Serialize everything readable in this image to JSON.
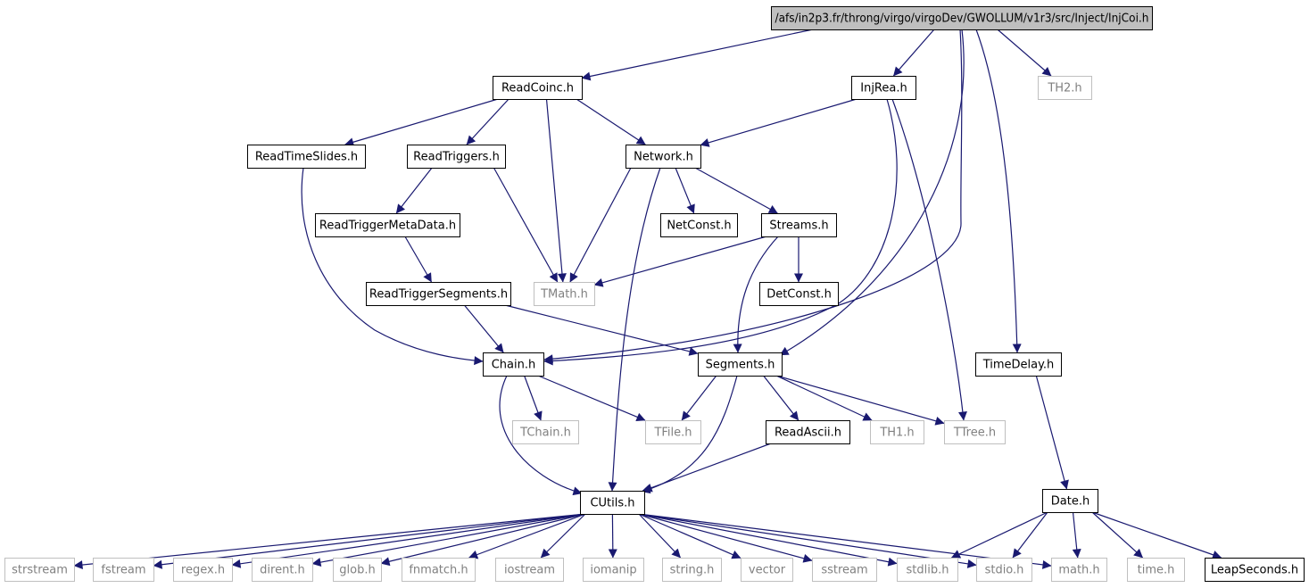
{
  "diagram": {
    "type": "include-dependency-graph",
    "colors": {
      "edge": "#191970",
      "node_border": "#000000",
      "external_border": "#bfbfbf",
      "external_text": "#808080",
      "root_fill": "#bfbfbf",
      "text": "#000000"
    },
    "nodes": [
      {
        "id": "root",
        "label": "/afs/in2p3.fr/throng/virgo/virgoDev/GWOLLUM/v1r3/src/Inject/InjCoi.h",
        "kind": "root"
      },
      {
        "id": "readcoinc",
        "label": "ReadCoinc.h",
        "kind": "local"
      },
      {
        "id": "injrea",
        "label": "InjRea.h",
        "kind": "local"
      },
      {
        "id": "th2",
        "label": "TH2.h",
        "kind": "external"
      },
      {
        "id": "readtimeslides",
        "label": "ReadTimeSlides.h",
        "kind": "local"
      },
      {
        "id": "readtriggers",
        "label": "ReadTriggers.h",
        "kind": "local"
      },
      {
        "id": "network",
        "label": "Network.h",
        "kind": "local"
      },
      {
        "id": "readtriggermetadata",
        "label": "ReadTriggerMetaData.h",
        "kind": "local"
      },
      {
        "id": "netconst",
        "label": "NetConst.h",
        "kind": "local"
      },
      {
        "id": "streams",
        "label": "Streams.h",
        "kind": "local"
      },
      {
        "id": "readtriggersegments",
        "label": "ReadTriggerSegments.h",
        "kind": "local"
      },
      {
        "id": "tmath",
        "label": "TMath.h",
        "kind": "external"
      },
      {
        "id": "detconst",
        "label": "DetConst.h",
        "kind": "local"
      },
      {
        "id": "chain",
        "label": "Chain.h",
        "kind": "local"
      },
      {
        "id": "segments",
        "label": "Segments.h",
        "kind": "local"
      },
      {
        "id": "timedelay",
        "label": "TimeDelay.h",
        "kind": "local"
      },
      {
        "id": "tchain",
        "label": "TChain.h",
        "kind": "external"
      },
      {
        "id": "tfile",
        "label": "TFile.h",
        "kind": "external"
      },
      {
        "id": "readascii",
        "label": "ReadAscii.h",
        "kind": "local"
      },
      {
        "id": "th1",
        "label": "TH1.h",
        "kind": "external"
      },
      {
        "id": "ttree",
        "label": "TTree.h",
        "kind": "external"
      },
      {
        "id": "cutils",
        "label": "CUtils.h",
        "kind": "local"
      },
      {
        "id": "date",
        "label": "Date.h",
        "kind": "local"
      },
      {
        "id": "strstream",
        "label": "strstream",
        "kind": "external"
      },
      {
        "id": "fstream",
        "label": "fstream",
        "kind": "external"
      },
      {
        "id": "regex",
        "label": "regex.h",
        "kind": "external"
      },
      {
        "id": "dirent",
        "label": "dirent.h",
        "kind": "external"
      },
      {
        "id": "glob",
        "label": "glob.h",
        "kind": "external"
      },
      {
        "id": "fnmatch",
        "label": "fnmatch.h",
        "kind": "external"
      },
      {
        "id": "iostream",
        "label": "iostream",
        "kind": "external"
      },
      {
        "id": "iomanip",
        "label": "iomanip",
        "kind": "external"
      },
      {
        "id": "string",
        "label": "string.h",
        "kind": "external"
      },
      {
        "id": "vector",
        "label": "vector",
        "kind": "external"
      },
      {
        "id": "sstream",
        "label": "sstream",
        "kind": "external"
      },
      {
        "id": "stdlib",
        "label": "stdlib.h",
        "kind": "external"
      },
      {
        "id": "stdio",
        "label": "stdio.h",
        "kind": "external"
      },
      {
        "id": "math",
        "label": "math.h",
        "kind": "external"
      },
      {
        "id": "time",
        "label": "time.h",
        "kind": "external"
      },
      {
        "id": "leapseconds",
        "label": "LeapSeconds.h",
        "kind": "local"
      }
    ],
    "edges": [
      {
        "from": "root",
        "to": "readcoinc"
      },
      {
        "from": "root",
        "to": "injrea"
      },
      {
        "from": "root",
        "to": "th2"
      },
      {
        "from": "root",
        "to": "segments"
      },
      {
        "from": "root",
        "to": "chain"
      },
      {
        "from": "root",
        "to": "timedelay"
      },
      {
        "from": "readcoinc",
        "to": "readtimeslides"
      },
      {
        "from": "readcoinc",
        "to": "readtriggers"
      },
      {
        "from": "readcoinc",
        "to": "network"
      },
      {
        "from": "readcoinc",
        "to": "tmath"
      },
      {
        "from": "injrea",
        "to": "network"
      },
      {
        "from": "injrea",
        "to": "chain"
      },
      {
        "from": "injrea",
        "to": "ttree"
      },
      {
        "from": "readtimeslides",
        "to": "chain"
      },
      {
        "from": "readtriggers",
        "to": "readtriggermetadata"
      },
      {
        "from": "readtriggers",
        "to": "tmath"
      },
      {
        "from": "network",
        "to": "netconst"
      },
      {
        "from": "network",
        "to": "streams"
      },
      {
        "from": "network",
        "to": "tmath"
      },
      {
        "from": "network",
        "to": "cutils"
      },
      {
        "from": "streams",
        "to": "tmath"
      },
      {
        "from": "streams",
        "to": "detconst"
      },
      {
        "from": "streams",
        "to": "segments"
      },
      {
        "from": "readtriggermetadata",
        "to": "readtriggersegments"
      },
      {
        "from": "readtriggersegments",
        "to": "chain"
      },
      {
        "from": "readtriggersegments",
        "to": "segments"
      },
      {
        "from": "chain",
        "to": "tchain"
      },
      {
        "from": "chain",
        "to": "tfile"
      },
      {
        "from": "chain",
        "to": "cutils"
      },
      {
        "from": "segments",
        "to": "tfile"
      },
      {
        "from": "segments",
        "to": "readascii"
      },
      {
        "from": "segments",
        "to": "th1"
      },
      {
        "from": "segments",
        "to": "ttree"
      },
      {
        "from": "segments",
        "to": "cutils"
      },
      {
        "from": "readascii",
        "to": "cutils"
      },
      {
        "from": "timedelay",
        "to": "date"
      },
      {
        "from": "cutils",
        "to": "strstream"
      },
      {
        "from": "cutils",
        "to": "fstream"
      },
      {
        "from": "cutils",
        "to": "regex"
      },
      {
        "from": "cutils",
        "to": "dirent"
      },
      {
        "from": "cutils",
        "to": "glob"
      },
      {
        "from": "cutils",
        "to": "fnmatch"
      },
      {
        "from": "cutils",
        "to": "iostream"
      },
      {
        "from": "cutils",
        "to": "iomanip"
      },
      {
        "from": "cutils",
        "to": "string"
      },
      {
        "from": "cutils",
        "to": "vector"
      },
      {
        "from": "cutils",
        "to": "sstream"
      },
      {
        "from": "cutils",
        "to": "stdlib"
      },
      {
        "from": "cutils",
        "to": "stdio"
      },
      {
        "from": "cutils",
        "to": "math"
      },
      {
        "from": "date",
        "to": "stdlib"
      },
      {
        "from": "date",
        "to": "stdio"
      },
      {
        "from": "date",
        "to": "math"
      },
      {
        "from": "date",
        "to": "time"
      },
      {
        "from": "date",
        "to": "leapseconds"
      }
    ]
  }
}
